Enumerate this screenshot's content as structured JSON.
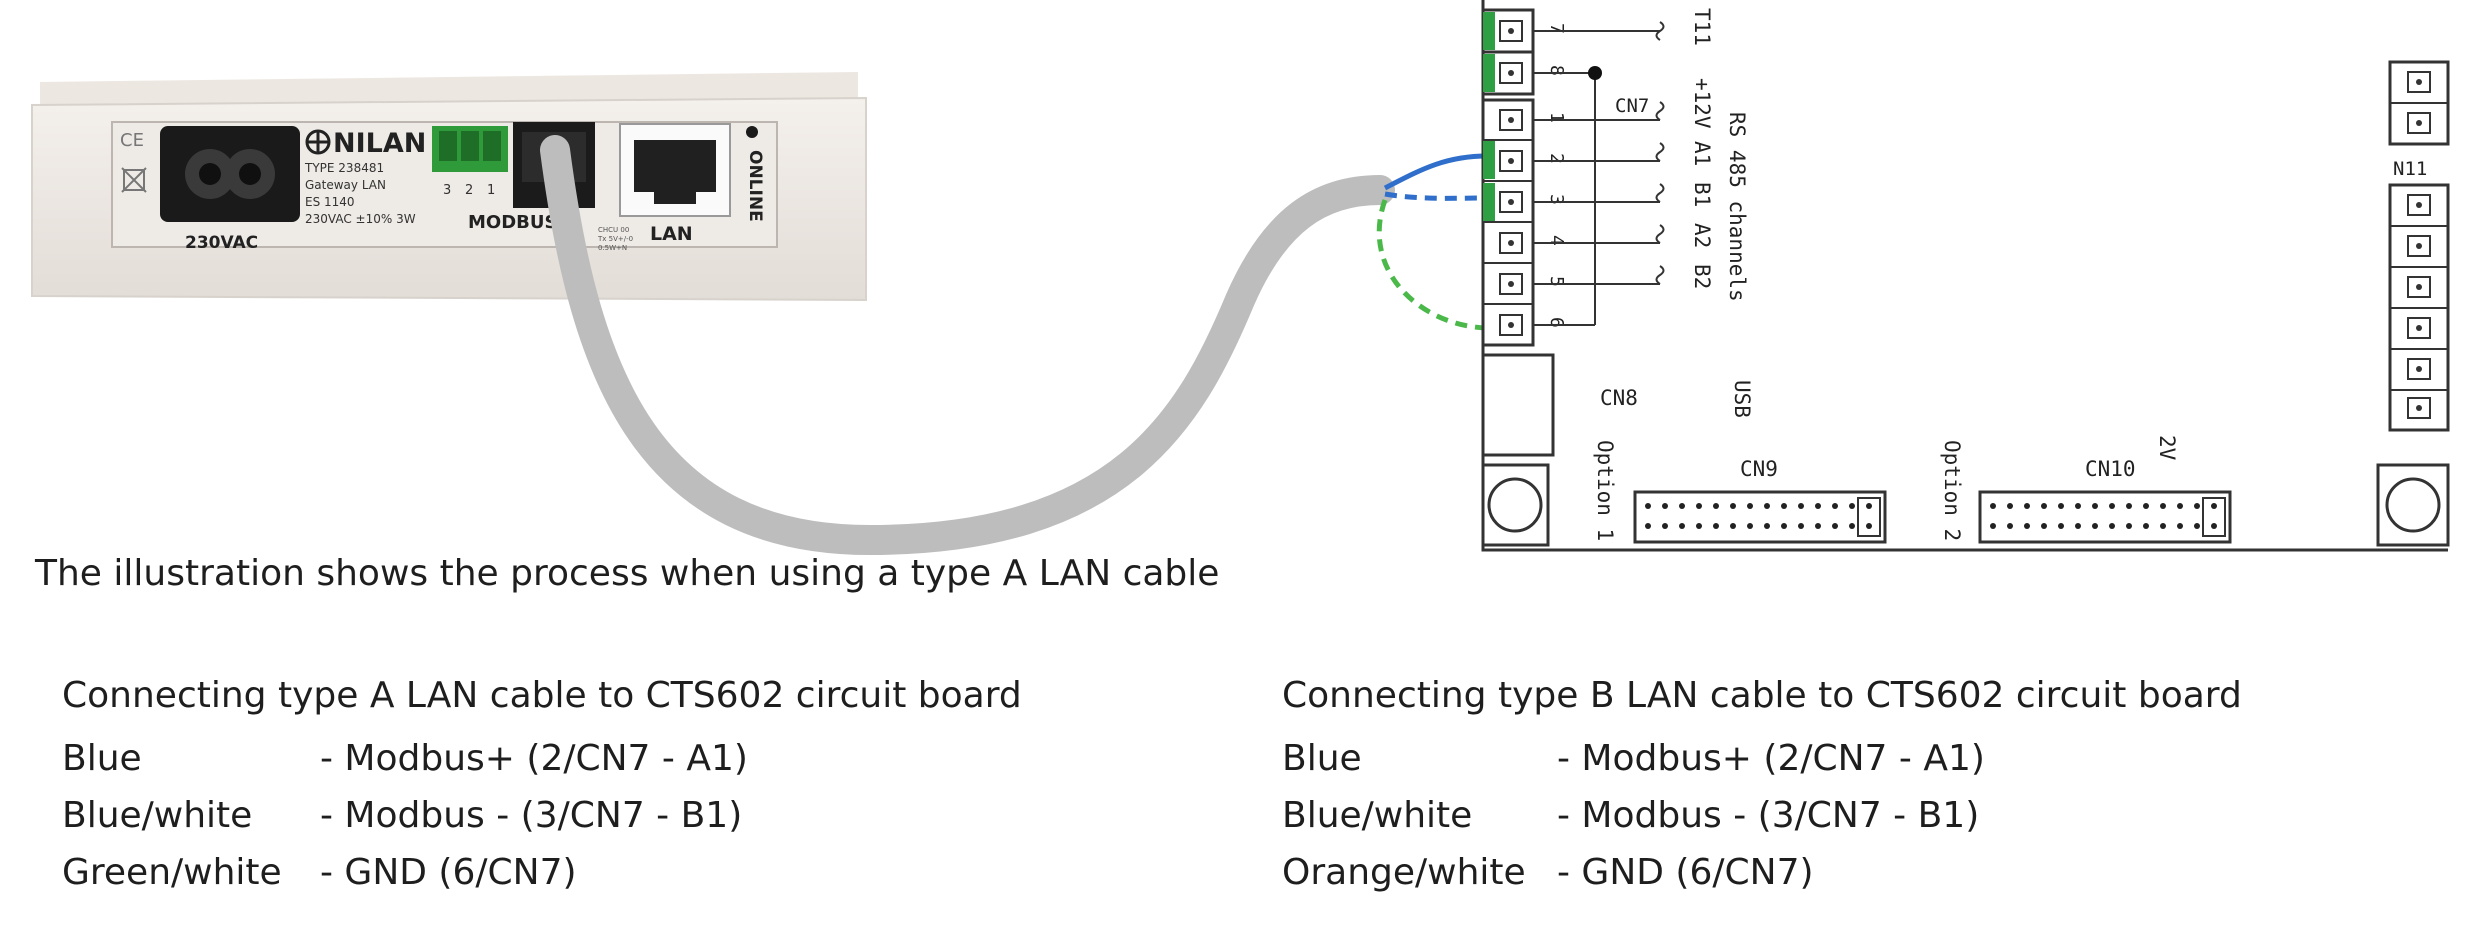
{
  "device": {
    "brand": "NILAN",
    "type_line": "TYPE 238481",
    "gateway_line": "Gateway LAN",
    "es_line": "ES 1140",
    "power_line": "230VAC ±10% 3W",
    "power_inlet_label": "230VAC",
    "modbus_label": "MODBUS",
    "modbus_pins": [
      "3",
      "2",
      "1"
    ],
    "lan_label": "LAN",
    "online_label": "ONLINE"
  },
  "board": {
    "terminals_top": [
      "7",
      "8"
    ],
    "terminals_cn7": [
      "1",
      "2",
      "3",
      "4",
      "5",
      "6"
    ],
    "label_t11": "T11",
    "label_cn7": "CN7",
    "signal_labels": [
      "+12V",
      "A1",
      "B1",
      "A2",
      "B2"
    ],
    "rs485_label": "RS 485 channels",
    "cn8_label": "CN8",
    "usb_label": "USB",
    "option1_label": "Option 1",
    "cn9_label": "CN9",
    "option2_label": "Option 2",
    "cn10_label": "CN10",
    "label_2v": "2V",
    "n11_label": "N11"
  },
  "wires": {
    "cable_color": "#bdbdbd",
    "blue": "#2f6fcb",
    "green": "#4bb84a",
    "terminal_green": "#2ea043"
  },
  "caption": "The illustration shows the process when using a type A LAN cable",
  "type_a": {
    "heading": "Connecting type A LAN cable to CTS602 circuit board",
    "rows": [
      {
        "color": "Blue",
        "desc": "- Modbus+ (2/CN7 - A1)"
      },
      {
        "color": "Blue/white",
        "desc": "- Modbus - (3/CN7 - B1)"
      },
      {
        "color": "Green/white",
        "desc": "- GND (6/CN7)"
      }
    ]
  },
  "type_b": {
    "heading": "Connecting type B LAN cable to CTS602 circuit board",
    "rows": [
      {
        "color": "Blue",
        "desc": "- Modbus+ (2/CN7 - A1)"
      },
      {
        "color": "Blue/white",
        "desc": "- Modbus - (3/CN7 - B1)"
      },
      {
        "color": "Orange/white",
        "desc": "- GND (6/CN7)"
      }
    ]
  }
}
